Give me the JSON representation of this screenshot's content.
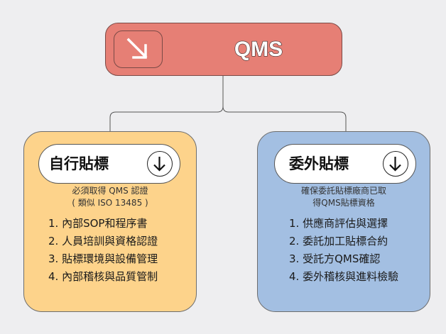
{
  "root": {
    "title": "QMS",
    "icon": "arrow-down-right-icon",
    "color": "#e67f75"
  },
  "branches": [
    {
      "title": "自行貼標",
      "icon": "arrow-down-icon",
      "color": "#fdd38b",
      "subtitle": [
        "必須取得 QMS 認證",
        "( 類似 ISO 13485 )"
      ],
      "items": [
        "1. 內部SOP和程序書",
        "2. 人員培訓與資格認證",
        "3. 貼標環境與設備管理",
        "4. 內部稽核與品質管制"
      ]
    },
    {
      "title": "委外貼標",
      "icon": "arrow-down-icon",
      "color": "#a3bfe2",
      "subtitle": [
        "確保委託貼標廠商已取",
        "得QMS貼標資格"
      ],
      "items": [
        "1. 供應商評估與選擇",
        "2. 委託加工貼標合約",
        "3. 受託方QMS確認",
        "4. 委外稽核與進料檢驗"
      ]
    }
  ]
}
